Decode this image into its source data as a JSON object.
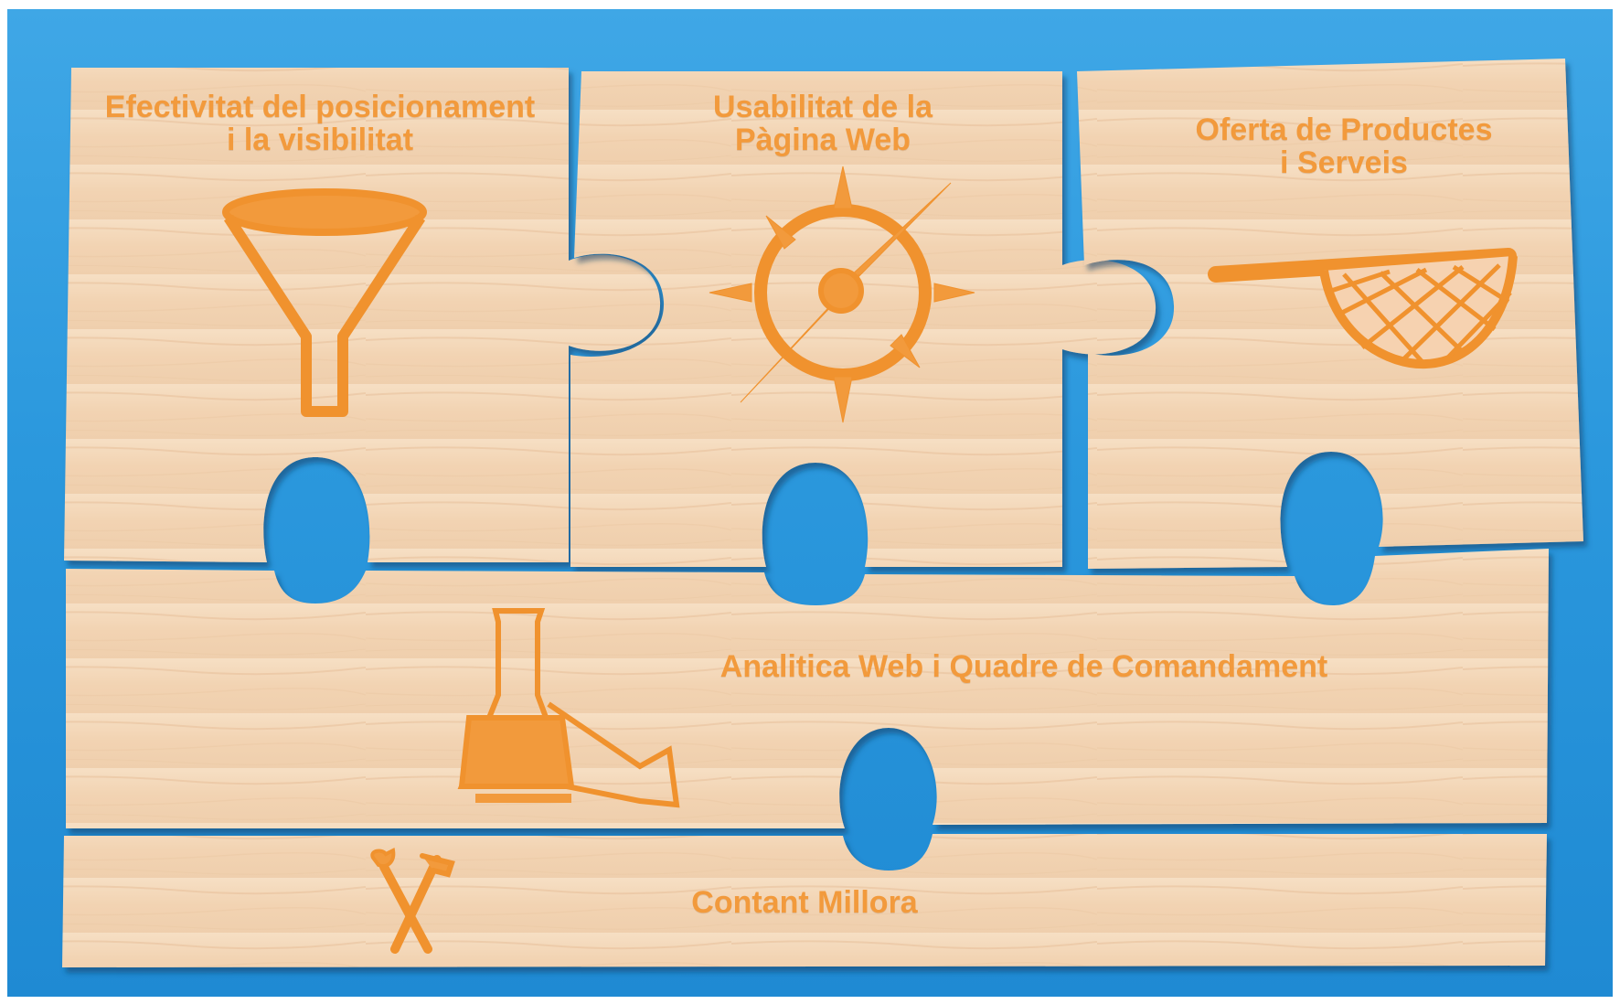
{
  "pieces": {
    "positioning": {
      "title": "Efectivitat del posicionament\ni la visibilitat",
      "icon": "funnel-icon"
    },
    "usability": {
      "title": "Usabilitat de la\nPàgina Web",
      "icon": "compass-icon"
    },
    "offer": {
      "title": "Oferta de Productes\ni Serveis",
      "icon": "landing-net-icon"
    },
    "analytics": {
      "title": "Analitica Web i Quadre de Comandament",
      "icon": "flask-icon"
    },
    "improvement": {
      "title": "Contant Millora",
      "icon": "tools-icon"
    }
  },
  "colors": {
    "background": "#2b98dd",
    "wood": "#f3d6b8",
    "engraving": "#f29a3c",
    "shadow": "#1c5d8f"
  }
}
